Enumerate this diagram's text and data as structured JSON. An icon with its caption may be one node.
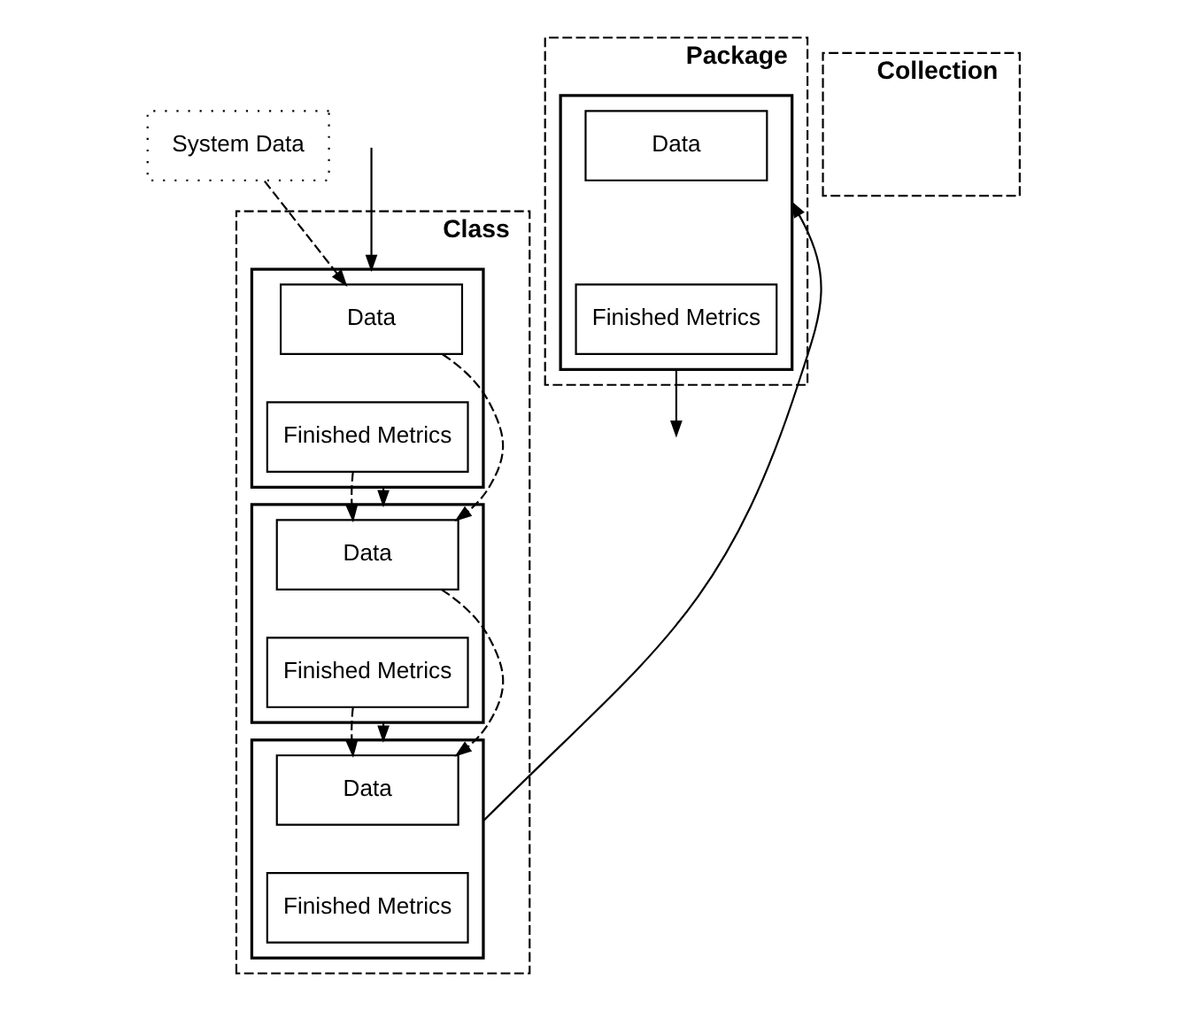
{
  "diagram": {
    "nodes": [
      {
        "text": [
          "Class"
        ]
      },
      {
        "text": [
          "Package"
        ]
      },
      {
        "text": [
          "Collection"
        ]
      },
      {
        "text": [
          "System Data"
        ]
      },
      {
        "text": [],
        "shape": "box",
        "in": 0
      },
      {
        "text": [
          "Data"
        ],
        "in": 4
      },
      {
        "text": [
          "Finished Metrics"
        ],
        "in": 4
      },
      {
        "text": [],
        "shape": "box",
        "in": 0
      },
      {
        "text": [
          "Data"
        ],
        "in": 7
      },
      {
        "text": [
          "Finished Metrics"
        ],
        "in": 7
      },
      {
        "text": [],
        "shape": "box",
        "in": 0
      },
      {
        "text": [
          "Data"
        ],
        "in": 10
      },
      {
        "text": [
          "Finished Metrics"
        ],
        "in": 10
      },
      {
        "text": [],
        "shape": "box",
        "in": 1
      },
      {
        "text": [
          "Data"
        ],
        "in": 13
      },
      {
        "text": [
          "Finished Metrics"
        ],
        "in": 13
      }
    ],
    "edges": [
      {
        "from": null,
        "to": 4,
        "arrow": "to"
      },
      {
        "from": 3,
        "to": 5,
        "arrow": "to",
        "style": "dashed"
      },
      {
        "from": 5,
        "to": 8,
        "arrow": "to",
        "style": "dashed"
      },
      {
        "from": 6,
        "to": 8,
        "arrow": "to",
        "style": "dashed"
      },
      {
        "from": 4,
        "to": 7,
        "arrow": "to"
      },
      {
        "from": 8,
        "to": 11,
        "arrow": "to",
        "style": "dashed"
      },
      {
        "from": 9,
        "to": 11,
        "arrow": "to",
        "style": "dashed"
      },
      {
        "from": 7,
        "to": 10,
        "arrow": "to"
      },
      {
        "from": 10,
        "to": 13,
        "arrow": "to"
      },
      {
        "from": 13,
        "to": null,
        "arrow": "to"
      }
    ]
  }
}
